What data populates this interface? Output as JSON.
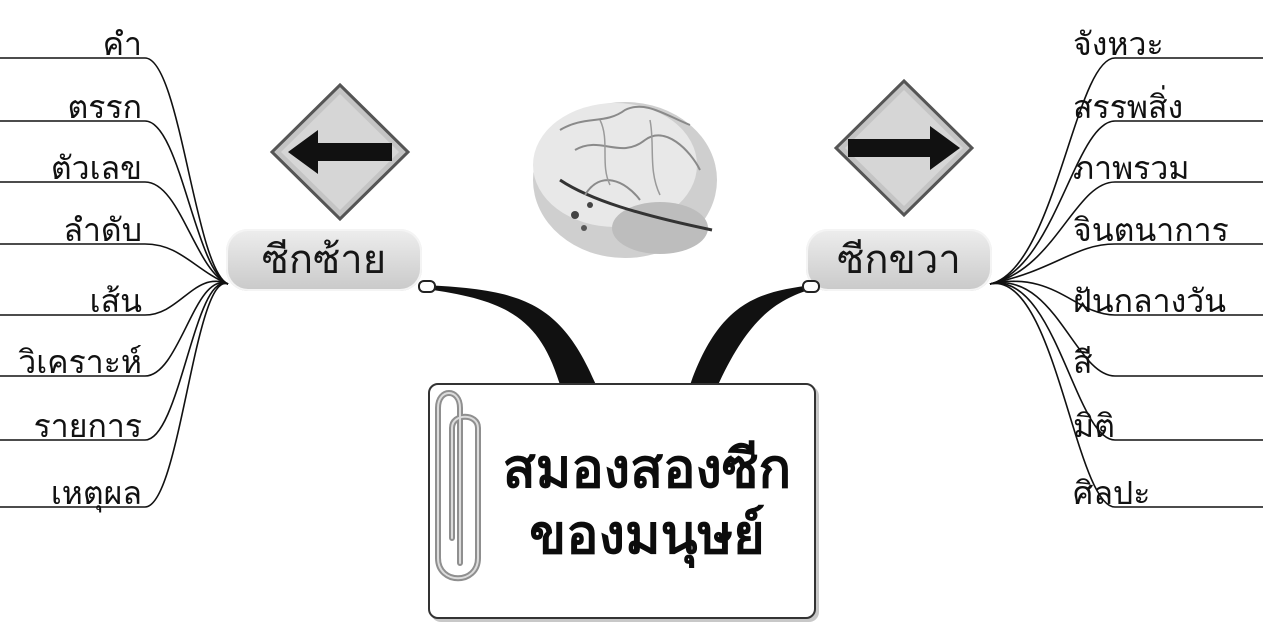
{
  "center": {
    "line1": "สมองสองซีก",
    "line2": "ของมนุษย์"
  },
  "branches": {
    "left": {
      "label": "ซีกซ้าย",
      "items": [
        "คำ",
        "ตรรก",
        "ตัวเลข",
        "ลำดับ",
        "เส้น",
        "วิเคราะห์",
        "รายการ",
        "เหตุผล"
      ]
    },
    "right": {
      "label": "ซีกขวา",
      "items": [
        "จังหวะ",
        "สรรพสิ่ง",
        "ภาพรวม",
        "จินตนาการ",
        "ฝันกลางวัน",
        "สี",
        "มิติ",
        "ศิลปะ"
      ]
    }
  },
  "icons": {
    "left_sign": "left-arrow-diamond-sign-icon",
    "right_sign": "right-arrow-diamond-sign-icon",
    "brain": "brain-icon",
    "clip": "paperclip-icon"
  }
}
